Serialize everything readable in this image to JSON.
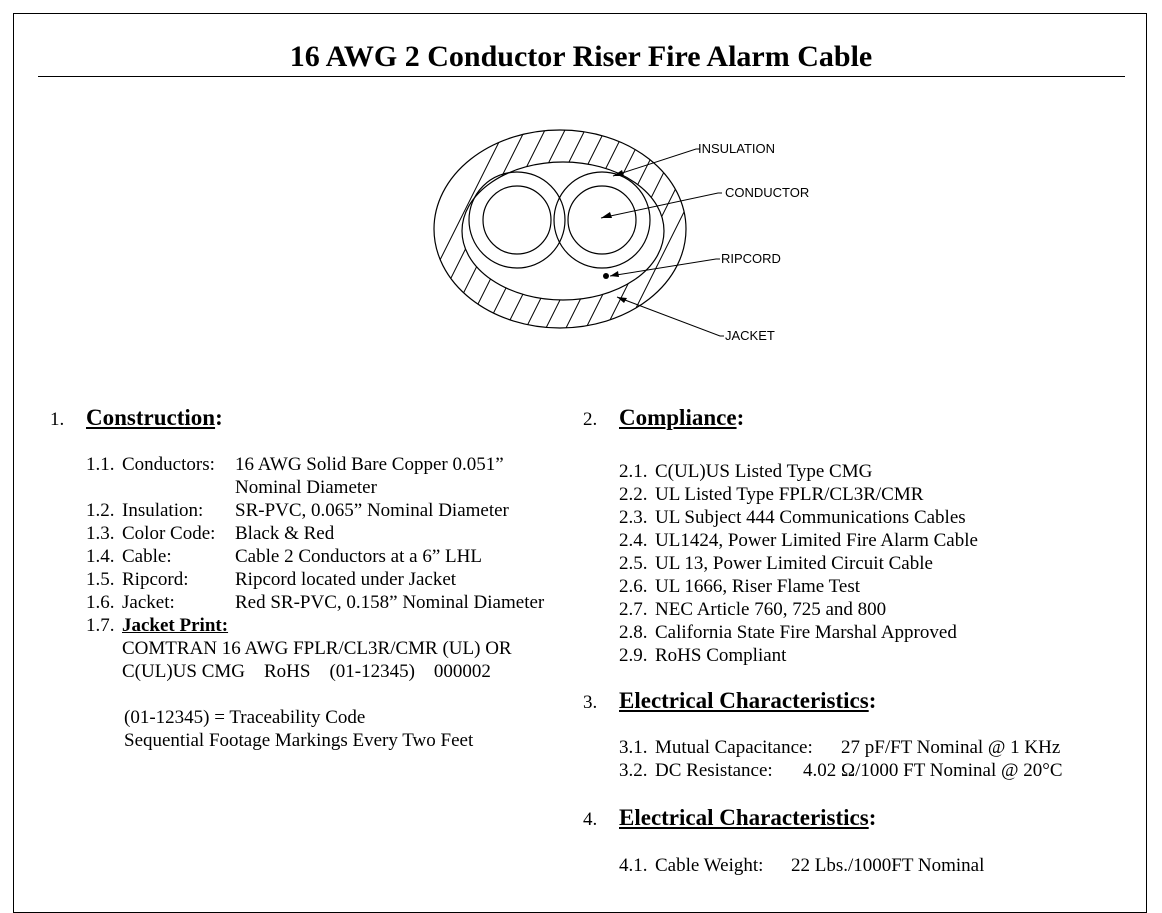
{
  "title": "16 AWG 2 Conductor Riser Fire Alarm Cable",
  "diagram": {
    "insulation": "INSULATION",
    "conductor": "CONDUCTOR",
    "ripcord": "RIPCORD",
    "jacket": "JACKET"
  },
  "construction": {
    "num": "1.",
    "heading": "Construction",
    "colon": ":",
    "items": [
      {
        "n": "1.1.",
        "label": "Conductors:",
        "value": "16 AWG Solid Bare Copper 0.051”",
        "value2": "Nominal Diameter"
      },
      {
        "n": "1.2.",
        "label": "Insulation:",
        "value": "SR-PVC, 0.065” Nominal Diameter"
      },
      {
        "n": "1.3.",
        "label": "Color Code:",
        "value": "Black & Red"
      },
      {
        "n": "1.4.",
        "label": "Cable:",
        "value": "Cable 2 Conductors at a 6” LHL"
      },
      {
        "n": "1.5.",
        "label": "Ripcord:",
        "value": "Ripcord located under Jacket"
      },
      {
        "n": "1.6.",
        "label": "Jacket:",
        "value": "Red SR-PVC, 0.158” Nominal Diameter"
      }
    ],
    "print": {
      "n": "1.7.",
      "label": "Jacket Print:",
      "line1": "COMTRAN 16 AWG FPLR/CL3R/CMR (UL) OR",
      "line2": "C(UL)US CMG    RoHS    (01-12345)    000002",
      "line3": "(01-12345) = Traceability Code",
      "line4": "Sequential Footage Markings Every Two Feet"
    }
  },
  "compliance": {
    "num": "2.",
    "heading": "Compliance",
    "colon": ":",
    "items": [
      {
        "n": "2.1.",
        "text": "C(UL)US Listed Type CMG"
      },
      {
        "n": "2.2.",
        "text": "UL Listed Type FPLR/CL3R/CMR"
      },
      {
        "n": "2.3.",
        "text": "UL Subject 444 Communications Cables"
      },
      {
        "n": "2.4.",
        "text": "UL1424, Power Limited Fire Alarm Cable"
      },
      {
        "n": "2.5.",
        "text": "UL 13, Power Limited Circuit Cable"
      },
      {
        "n": "2.6.",
        "text": "UL 1666, Riser Flame Test"
      },
      {
        "n": "2.7.",
        "text": "NEC Article 760, 725 and 800"
      },
      {
        "n": "2.8.",
        "text": "California State Fire Marshal Approved"
      },
      {
        "n": "2.9.",
        "text": "RoHS Compliant"
      }
    ]
  },
  "electrical": {
    "num": "3.",
    "heading": "Electrical Characteristics",
    "colon": ":",
    "items": [
      {
        "n": "3.1.",
        "label": "Mutual Capacitance:",
        "value": "27 pF/FT Nominal @ 1 KHz"
      },
      {
        "n": "3.2.",
        "label": "DC Resistance:",
        "value": "4.02 Ω/1000 FT Nominal @ 20°C"
      }
    ]
  },
  "physical": {
    "num": "4.",
    "heading": "Electrical Characteristics",
    "colon": ":",
    "items": [
      {
        "n": "4.1.",
        "label": "Cable Weight:",
        "value": "22 Lbs./1000FT Nominal"
      }
    ]
  }
}
